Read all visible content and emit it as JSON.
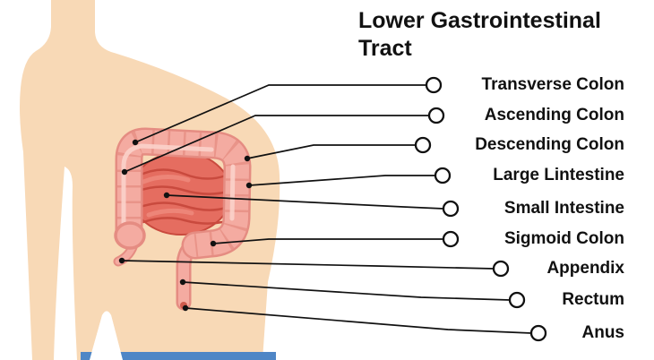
{
  "title": "Lower Gastrointestinal Tract",
  "labels": [
    {
      "text": "Transverse Colon"
    },
    {
      "text": "Ascending Colon"
    },
    {
      "text": "Descending Colon"
    },
    {
      "text": "Large Lintestine"
    },
    {
      "text": "Small Intestine"
    },
    {
      "text": "Sigmoid Colon"
    },
    {
      "text": "Appendix"
    },
    {
      "text": "Rectum"
    },
    {
      "text": "Anus"
    }
  ],
  "colors": {
    "skin": "#f8d9b6",
    "colon_fill": "#f4aba1",
    "colon_outline": "#e58c82",
    "colon_highlight": "#fbd2ca",
    "small_intestine": "#e56d60",
    "small_intestine_line": "#c94a3e",
    "small_intestine_highlight": "#ef8a7c",
    "underwear_blue": "#4f86c6",
    "line": "#111111"
  }
}
